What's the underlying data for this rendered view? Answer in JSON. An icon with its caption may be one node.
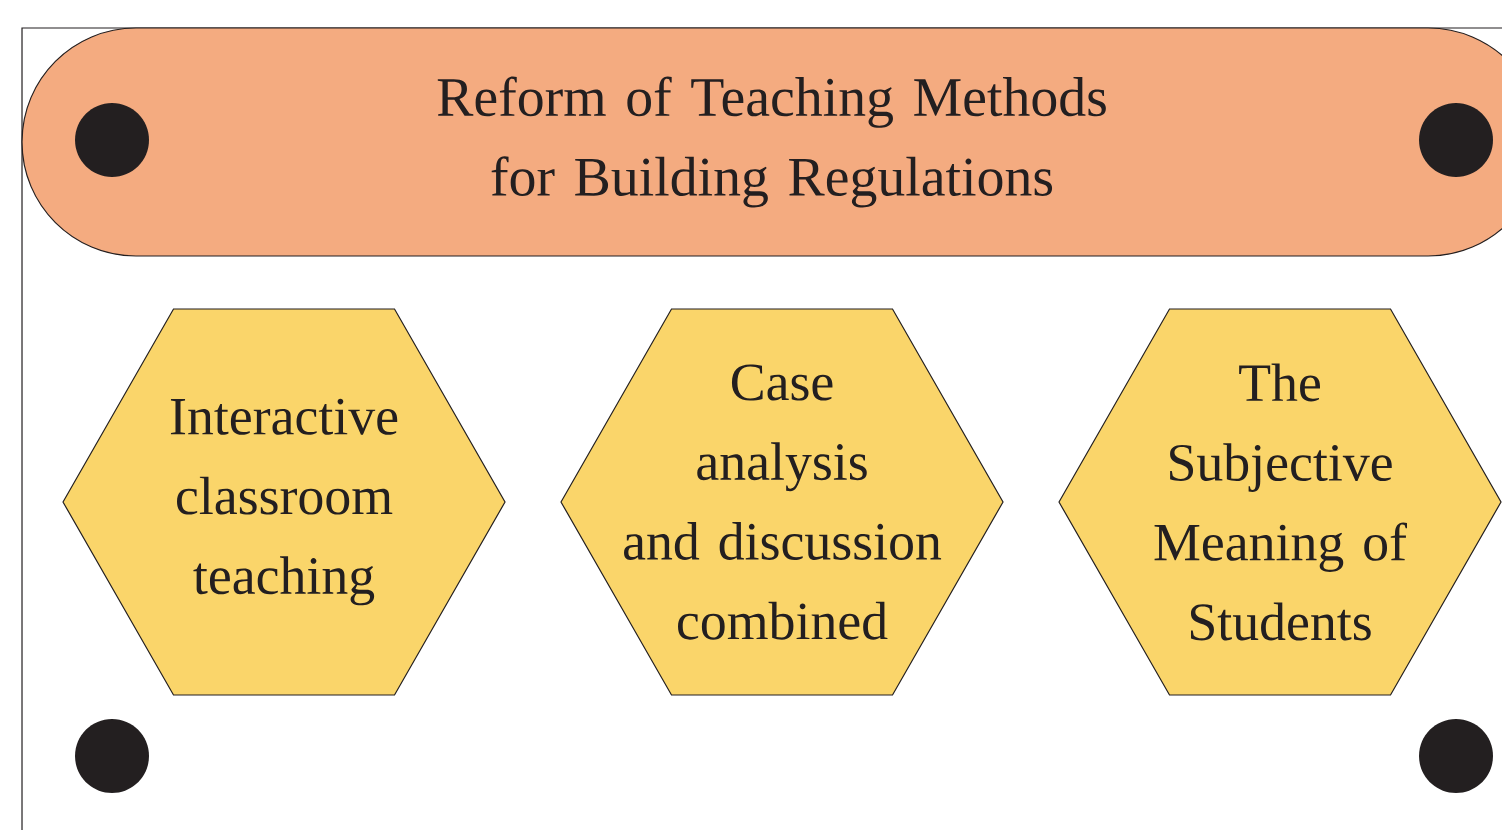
{
  "diagram": {
    "nodes": [
      {
        "text": [
          "Reform of Teaching Methods for Building Regulations"
        ]
      },
      {
        "text": [
          "Interactive classroom teaching"
        ]
      },
      {
        "text": [
          "Case analysis and discussion combined"
        ]
      },
      {
        "text": [
          "The Subjective Meaning of Students"
        ]
      }
    ]
  }
}
